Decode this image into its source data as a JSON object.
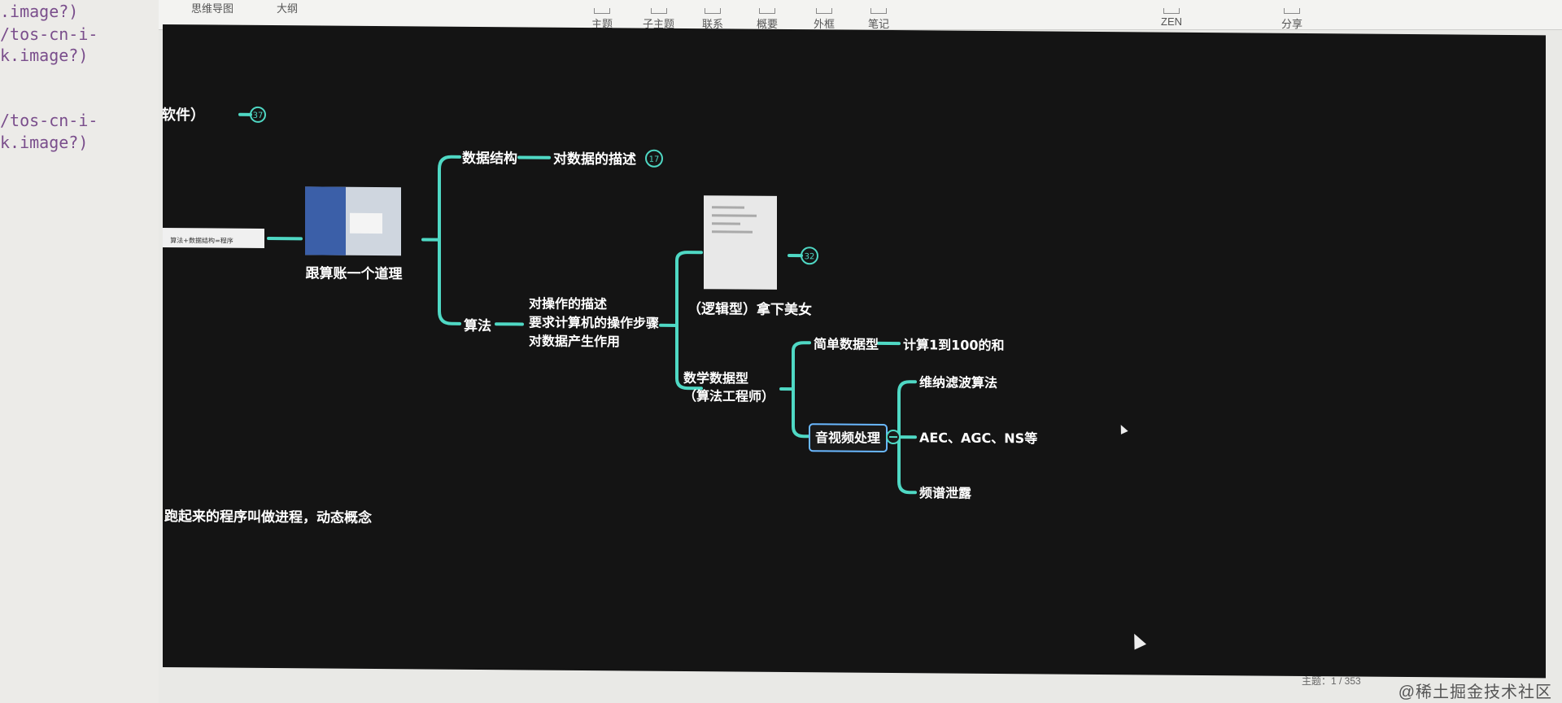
{
  "editor": {
    "lines": [
      ".image?)",
      "/tos-cn-i-",
      "k.image?)",
      "/tos-cn-i-",
      "k.image?)"
    ]
  },
  "toolbar": {
    "left_tab": "思维导图",
    "left_tab2": "大纲",
    "items": [
      "主题",
      "子主题",
      "联系",
      "概要",
      "外框",
      "笔记",
      "ZEN",
      "分享"
    ]
  },
  "mindmap": {
    "root_partial": "序（软件）",
    "root_badge": "37",
    "image_node_label": "跟算账一个道理",
    "left_image_caption1": "算法+数据结构=程序",
    "data_structure": "数据结构",
    "data_structure_desc": "对数据的描述",
    "data_structure_badge": "17",
    "algorithm": "算法",
    "algorithm_desc_1": "对操作的描述",
    "algorithm_desc_2": "要求计算机的操作步骤",
    "algorithm_desc_3": "对数据产生作用",
    "logic_type": "（逻辑型）拿下美女",
    "logic_badge": "32",
    "math_type_1": "数学数据型",
    "math_type_2": "（算法工程师）",
    "simple_data": "简单数据型",
    "simple_data_child": "计算1到100的和",
    "audio_video": "音视频处理",
    "av_child_1": "维纳滤波算法",
    "av_child_2": "AEC、AGC、NS等",
    "av_child_3": "频谱泄露",
    "process_partial": "：跑起来的程序叫做进程，动态概念"
  },
  "status": {
    "topic_count": "主题：1 / 353"
  },
  "watermark": "@稀土掘金技术社区",
  "colors": {
    "branch": "#4fd8c4",
    "canvas": "#141414",
    "text": "#ffffff",
    "selected": "#6ab8ff"
  }
}
